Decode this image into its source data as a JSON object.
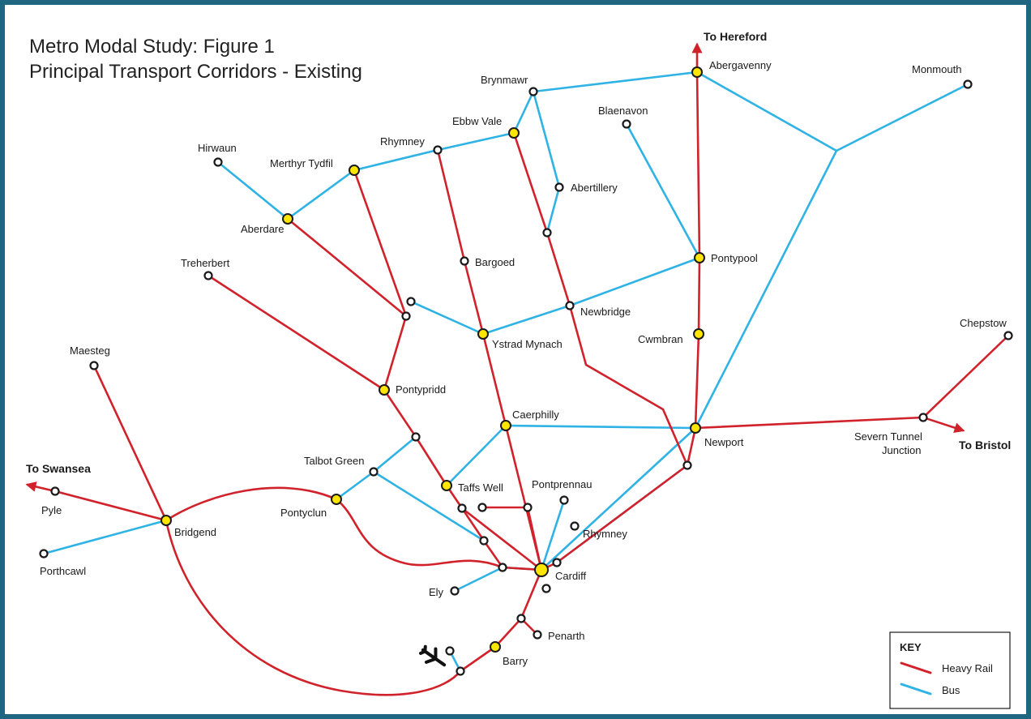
{
  "title": {
    "line1": "Metro Modal Study: Figure 1",
    "line2": "Principal Transport Corridors - Existing"
  },
  "colors": {
    "heavy_rail": "#d1222b",
    "bus": "#2fb3e4",
    "major_station": "#ffe600",
    "frame": "#1f6680"
  },
  "places": {
    "abergavenny": "Abergavenny",
    "monmouth": "Monmouth",
    "brynmawr": "Brynmawr",
    "blaenavon": "Blaenavon",
    "ebbw_vale": "Ebbw Vale",
    "rhymney_north": "Rhymney",
    "hirwaun": "Hirwaun",
    "merthyr_tydfil": "Merthyr Tydfil",
    "abertillery": "Abertillery",
    "aberdare": "Aberdare",
    "treherbert": "Treherbert",
    "bargoed": "Bargoed",
    "pontypool": "Pontypool",
    "newbridge": "Newbridge",
    "ystrad_mynach": "Ystrad Mynach",
    "cwmbran": "Cwmbran",
    "chepstow": "Chepstow",
    "maesteg": "Maesteg",
    "pontypridd": "Pontypridd",
    "caerphilly": "Caerphilly",
    "newport": "Newport",
    "severn_tunnel_junction_1": "Severn Tunnel",
    "severn_tunnel_junction_2": "Junction",
    "talbot_green": "Talbot Green",
    "taffs_well": "Taffs Well",
    "pontprennau": "Pontprennau",
    "pyle": "Pyle",
    "bridgend": "Bridgend",
    "pontyclun": "Pontyclun",
    "rhymney_south": "Rhymney",
    "porthcawl": "Porthcawl",
    "ely": "Ely",
    "cardiff": "Cardiff",
    "penarth": "Penarth",
    "barry": "Barry"
  },
  "destinations": {
    "hereford": "To Hereford",
    "bristol": "To Bristol",
    "swansea": "To Swansea"
  },
  "airport_icon": "airplane-icon",
  "key": {
    "title": "KEY",
    "heavy_rail": "Heavy Rail",
    "bus": "Bus"
  }
}
